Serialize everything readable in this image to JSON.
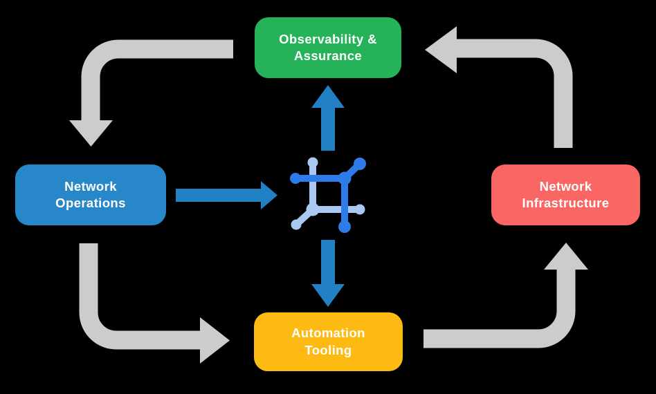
{
  "diagram": {
    "nodes": [
      {
        "id": "observability-assurance",
        "label": "Observability &\nAssurance",
        "color": "#25b258"
      },
      {
        "id": "network-operations",
        "label": "Network\nOperations",
        "color": "#2787c9"
      },
      {
        "id": "network-infrastructure",
        "label": "Network\nInfrastructure",
        "color": "#f96663"
      },
      {
        "id": "automation-tooling",
        "label": "Automation\nTooling",
        "color": "#fdba12"
      }
    ],
    "colors": {
      "background": "#000000",
      "flow_arrow_gray": "#cccccc",
      "accent_arrow_blue": "#2181c4",
      "icon_dark_blue": "#2e7ce9",
      "icon_light_blue": "#a9c9f3",
      "label_text": "#ffffff"
    },
    "center_icon": "network-nodes-icon"
  }
}
